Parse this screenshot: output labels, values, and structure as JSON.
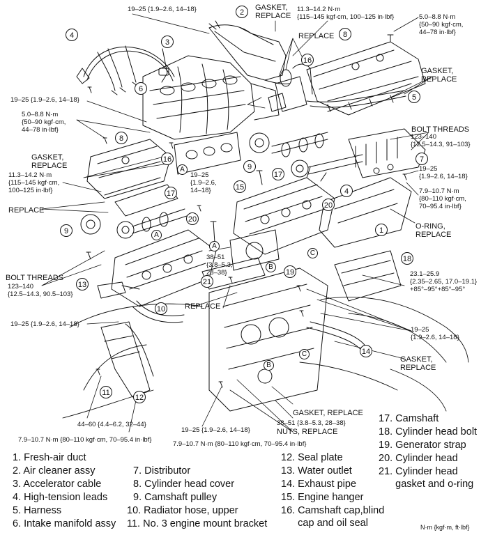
{
  "torque_specs": {
    "t1": "19–25 {1.9–2.6, 14–18}",
    "t2": "11.3–14.2 N·m\n{115–145 kgf·cm, 100–125 in·lbf}",
    "t3": "5.0–8.8 N·m\n{50–90 kgf·cm,\n44–78 in·lbf}",
    "t4": "19–25 {1.9–2.6, 14–18}",
    "t5": "5.0–8.8 N·m\n{50–90 kgf·cm,\n44–78 in·lbf}",
    "t6": "11.3–14.2 N·m\n{115–145 kgf·cm,\n100–125 in·lbf}",
    "t7": "19–25\n{1.9–2.6,\n14–18}",
    "t8": "123–140\n{12.5–14.3, 91–103}",
    "t9": "19–25\n{1.9–2.6, 14–18}",
    "t10": "7.9–10.7 N·m\n{80–110 kgf·cm,\n70–95.4 in·lbf}",
    "t11": "38–51\n{3.8–5.3,\n28–38}",
    "t12": "123–140\n{12.5–14.3, 90.5–103}",
    "t13": "23.1–25.9\n{2.35–2.65, 17.0–19.1}\n+85°–95°+85°–95°",
    "t14": "19–25 {1.9–2.6, 14–18}",
    "t15": "19–25\n{1.9–2.6, 14–18}",
    "t16": "44–60 {4.4–6.2, 32–44}",
    "t17": "19–25 {1.9–2.6, 14–18}",
    "t18": "7.9–10.7 N·m {80–110 kgf·cm, 70–95.4 in·lbf}",
    "t19": "7.9–10.7 N·m {80–110 kgf·cm, 70–95.4 in·lbf}",
    "t20": "38–51 {3.8–5.3, 28–38}"
  },
  "callouts": {
    "c1": "GASKET,\nREPLACE",
    "c2": "REPLACE",
    "c3": "GASKET,\nREPLACE",
    "c4": "GASKET,\nREPLACE",
    "c5": "BOLT THREADS",
    "c6": "REPLACE",
    "c7": "O-RING,\nREPLACE",
    "c8": "BOLT THREADS",
    "c9": "REPLACE",
    "c10": "GASKET,\nREPLACE",
    "c11": "GASKET, REPLACE",
    "c12": "NUTS, REPLACE"
  },
  "part_numbers": [
    "1",
    "2",
    "3",
    "4",
    "5",
    "6",
    "7",
    "8",
    "8",
    "9",
    "9",
    "10",
    "11",
    "12",
    "13",
    "14",
    "15",
    "16",
    "16",
    "17",
    "17",
    "18",
    "19",
    "20",
    "20",
    "21"
  ],
  "letters": [
    "A",
    "A",
    "A",
    "B",
    "B",
    "C",
    "C"
  ],
  "legend": {
    "col1": [
      "1. Fresh-air duct",
      "2. Air cleaner assy",
      "3. Accelerator cable",
      "4. High-tension leads",
      "5. Harness",
      "6. Intake manifold assy"
    ],
    "col2": [
      "7. Distributor",
      "8. Cylinder head cover",
      "9. Camshaft pulley",
      "10. Radiator hose, upper",
      "11. No. 3 engine mount bracket"
    ],
    "col3": [
      "12. Seal plate",
      "13. Water outlet",
      "14. Exhaust pipe",
      "15. Engine hanger",
      "16. Camshaft cap,blind\n      cap and oil seal"
    ],
    "col4": [
      "17. Camshaft",
      "18. Cylinder head bolt",
      "19. Generator strap",
      "20. Cylinder head",
      "21. Cylinder head\n      gasket and o-ring"
    ]
  },
  "units_note": "N·m {kgf·m, ft·lbf}"
}
